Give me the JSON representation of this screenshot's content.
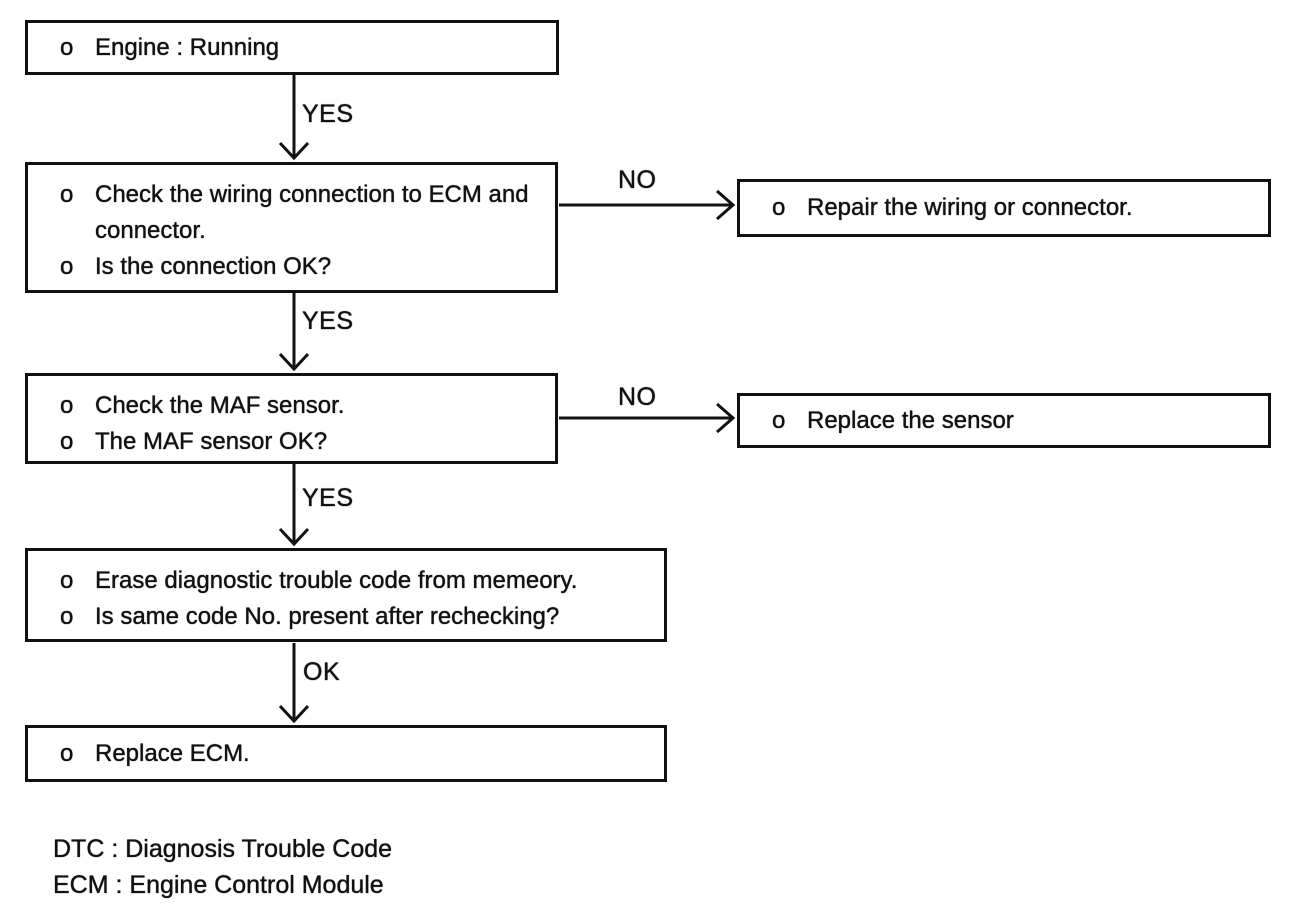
{
  "colors": {
    "background": "#ffffff",
    "ink": "#111111"
  },
  "flowchart": {
    "bullet_char": "o",
    "nodes": [
      {
        "id": "engine-running",
        "items": [
          {
            "text": "Engine : Running"
          }
        ]
      },
      {
        "id": "check-wiring",
        "items": [
          {
            "text": "Check the wiring connection to ECM and connector."
          },
          {
            "text": "Is the connection OK?"
          }
        ]
      },
      {
        "id": "repair-wiring",
        "items": [
          {
            "text": "Repair the wiring or connector."
          }
        ]
      },
      {
        "id": "check-maf",
        "items": [
          {
            "text": "Check the MAF sensor."
          },
          {
            "text": "The MAF sensor OK?"
          }
        ]
      },
      {
        "id": "replace-sensor",
        "items": [
          {
            "text": "Replace the sensor"
          }
        ]
      },
      {
        "id": "erase-dtc",
        "items": [
          {
            "text": "Erase diagnostic trouble code from memeory."
          },
          {
            "text": "Is same code No. present after rechecking?"
          }
        ]
      },
      {
        "id": "replace-ecm",
        "items": [
          {
            "text": "Replace ECM."
          }
        ]
      }
    ],
    "edges": [
      {
        "from": "engine-running",
        "to": "check-wiring",
        "label": "YES"
      },
      {
        "from": "check-wiring",
        "to": "repair-wiring",
        "label": "NO"
      },
      {
        "from": "check-wiring",
        "to": "check-maf",
        "label": "YES"
      },
      {
        "from": "check-maf",
        "to": "replace-sensor",
        "label": "NO"
      },
      {
        "from": "check-maf",
        "to": "erase-dtc",
        "label": "YES"
      },
      {
        "from": "erase-dtc",
        "to": "replace-ecm",
        "label": "OK"
      }
    ]
  },
  "legend": {
    "lines": [
      "DTC : Diagnosis Trouble Code",
      "ECM : Engine Control Module"
    ]
  }
}
